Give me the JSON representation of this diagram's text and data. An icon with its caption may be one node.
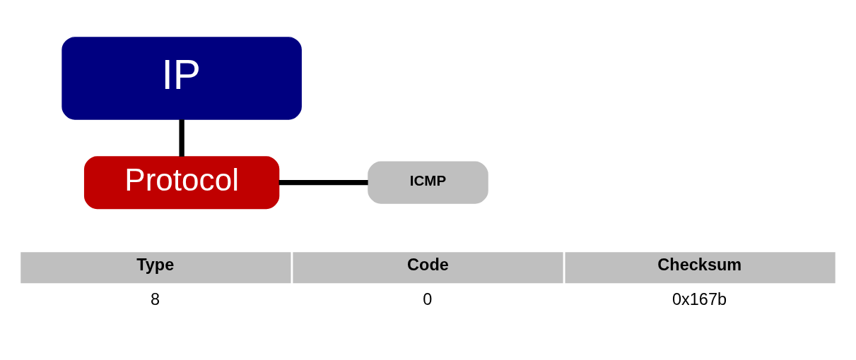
{
  "diagram": {
    "nodes": [
      {
        "text": [
          "IP"
        ]
      },
      {
        "text": [
          "Protocol"
        ]
      },
      {
        "text": [
          "ICMP"
        ]
      }
    ],
    "edges": [
      {
        "from": 0,
        "to": 1,
        "arrow": "none"
      },
      {
        "from": 1,
        "to": 2,
        "arrow": "none"
      }
    ],
    "labels": [
      "Type",
      "Code",
      "Checksum",
      "8",
      "0",
      "0x167b"
    ]
  }
}
